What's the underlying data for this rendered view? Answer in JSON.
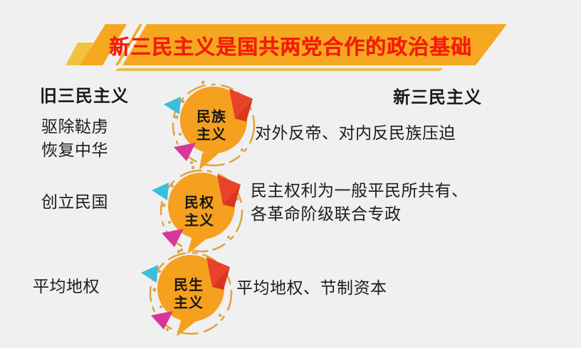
{
  "slide": {
    "background_color": "#f0f0f0",
    "title": "新三民主义是国共两党合作的政治基础",
    "title_color": "#f41c08",
    "banner_color": "#f5a81f",
    "banner_accent_color": "#f0c23e"
  },
  "columns": {
    "old_header": "旧三民主义",
    "new_header": "新三民主义"
  },
  "rows": [
    {
      "badge_label": "民族\n主义",
      "old_principle": "驱除鞑虏\n恢复中华",
      "new_principle": "对外反帝、对内反民族压迫"
    },
    {
      "badge_label": "民权\n主义",
      "old_principle": "创立民国",
      "new_principle": "民主权利为一般平民所共有、\n各革命阶级联合专政"
    },
    {
      "badge_label": "民生\n主义",
      "old_principle": "平均地权",
      "new_principle": "平均地权、节制资本"
    }
  ],
  "decorations": {
    "circle_color": "#f5a01e",
    "dashed_ring_color": "#e0a33c",
    "triangle_left_color": "#3bbddb",
    "triangle_right_color": "#e8422a",
    "triangle_bottom_color": "#d9369c"
  }
}
